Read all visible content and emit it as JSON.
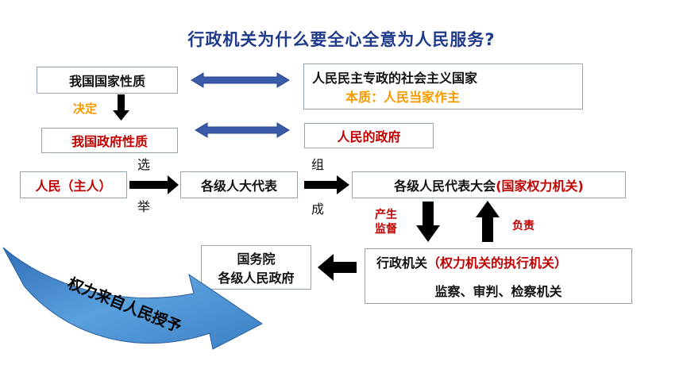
{
  "title": "行政机关为什么要全心全意为人民服务?",
  "boxes": {
    "nature_country": "我国国家性质",
    "nature_country_desc": "人民民主专政的社会主义国家",
    "essence": "本质：人民当家作主",
    "nature_gov": "我国政府性质",
    "people_gov": "人民的政府",
    "people": "人民（主人）",
    "deputies": "各级人大代表",
    "congress": "各级人民代表大会",
    "congress_note": "(国家权力机关)",
    "state_council_1": "国务院",
    "state_council_2": "各级人民政府",
    "admin": "行政机关",
    "admin_note": "（权力机关的执行机关）",
    "supervision": "监察、审判、检察机关"
  },
  "labels": {
    "decides": "决定",
    "elect_1": "选",
    "elect_2": "举",
    "form_1": "组",
    "form_2": "成",
    "produce_1": "产生",
    "produce_2": "监督",
    "responsible": "负责",
    "banner": "权力来自人民授予"
  },
  "colors": {
    "title": "#1f3a8a",
    "red": "#c00000",
    "orange": "#f59a00",
    "double_arrow": "#3a5ba8",
    "banner": "#4a90cf"
  }
}
